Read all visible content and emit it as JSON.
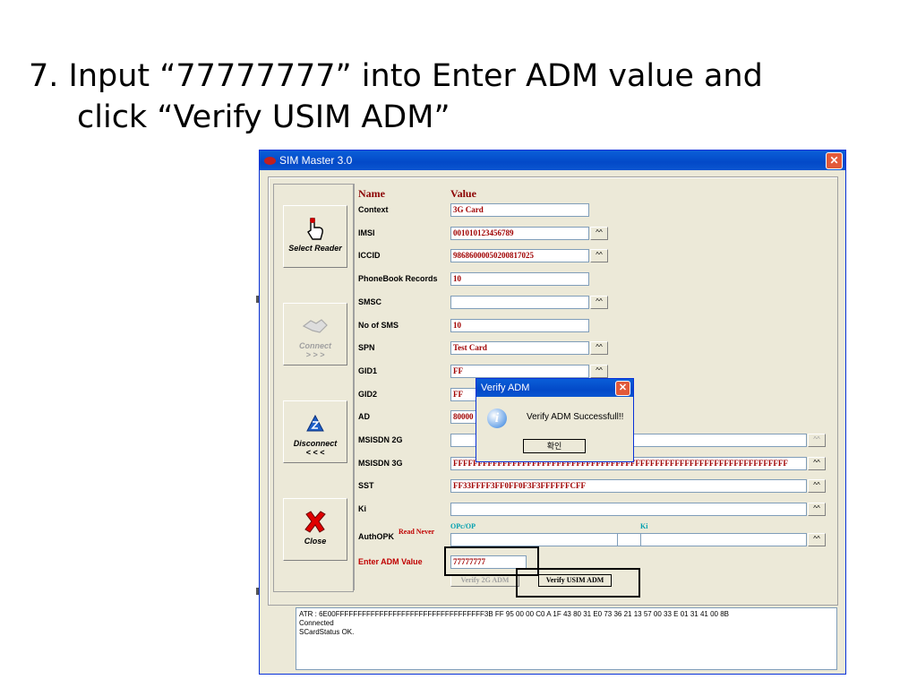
{
  "slide": {
    "title_line1": "7. Input “77777777” into Enter ADM value and",
    "title_line2": "click “Verify USIM ADM”"
  },
  "window": {
    "title": "SIM Master 3.0",
    "close_label": "✕"
  },
  "buttons": {
    "select_reader": "Select Reader",
    "connect": "Connect",
    "connect_arrows": "> > >",
    "disconnect": "Disconnect",
    "disconnect_arrows": "< < <",
    "close": "Close"
  },
  "headers": {
    "name": "Name",
    "value": "Value"
  },
  "fields": [
    {
      "name": "Context",
      "value": "3G Card",
      "has_button": false
    },
    {
      "name": "IMSI",
      "value": "001010123456789",
      "has_button": true
    },
    {
      "name": "ICCID",
      "value": "98686000050200817025",
      "has_button": true
    },
    {
      "name": "PhoneBook Records",
      "value": "10",
      "has_button": false
    },
    {
      "name": "SMSC",
      "value": "",
      "has_button": true
    },
    {
      "name": "No of SMS",
      "value": "10",
      "has_button": false
    },
    {
      "name": "SPN",
      "value": "Test Card",
      "has_button": true
    },
    {
      "name": "GID1",
      "value": "FF",
      "has_button": true
    },
    {
      "name": "GID2",
      "value": "FF",
      "has_button": false
    },
    {
      "name": "AD",
      "value": "80000",
      "has_button": false
    },
    {
      "name": "MSISDN 2G",
      "value": "",
      "has_button": true
    },
    {
      "name": "MSISDN 3G",
      "value": "FFFFFFFFFFFFFFFFFFFFFFFFFFFFFFFFFFFFFFFFFFFFFFFFFFFFFFFFFFFFFFFFFFFF",
      "has_button": true
    },
    {
      "name": "SST",
      "value": "FF33FFFF3FF0FF0F3F3FFFFFFCFF",
      "has_button": true
    },
    {
      "name": "Ki",
      "value": "",
      "has_button": true
    }
  ],
  "authopk": {
    "label": "AuthOPK",
    "read_never": "Read Never",
    "opc_label": "OPc/OP",
    "ki_label": "Ki"
  },
  "adm": {
    "label": "Enter ADM Value",
    "value": "77777777",
    "verify_2g": "Verify 2G ADM",
    "verify_usim": "Verify USIM ADM"
  },
  "expand_button_label": "^^",
  "log": [
    "ATR : 6E00FFFFFFFFFFFFFFFFFFFFFFFFFFFFFFFFFF3B FF 95 00 00 C0 A 1F 43 80 31 E0 73 36 21 13 57 00 33 E 01 31 41 00 8B",
    "Connected",
    "SCardStatus OK."
  ],
  "dialog": {
    "title": "Verify ADM",
    "message": "Verify ADM Successfull!!",
    "ok_label": "확인"
  },
  "colors": {
    "titlebar": "#0349c8",
    "value_text": "#a00000",
    "header_text": "#8b0000",
    "label_red": "#c00000",
    "teal_label": "#00a0b0"
  }
}
